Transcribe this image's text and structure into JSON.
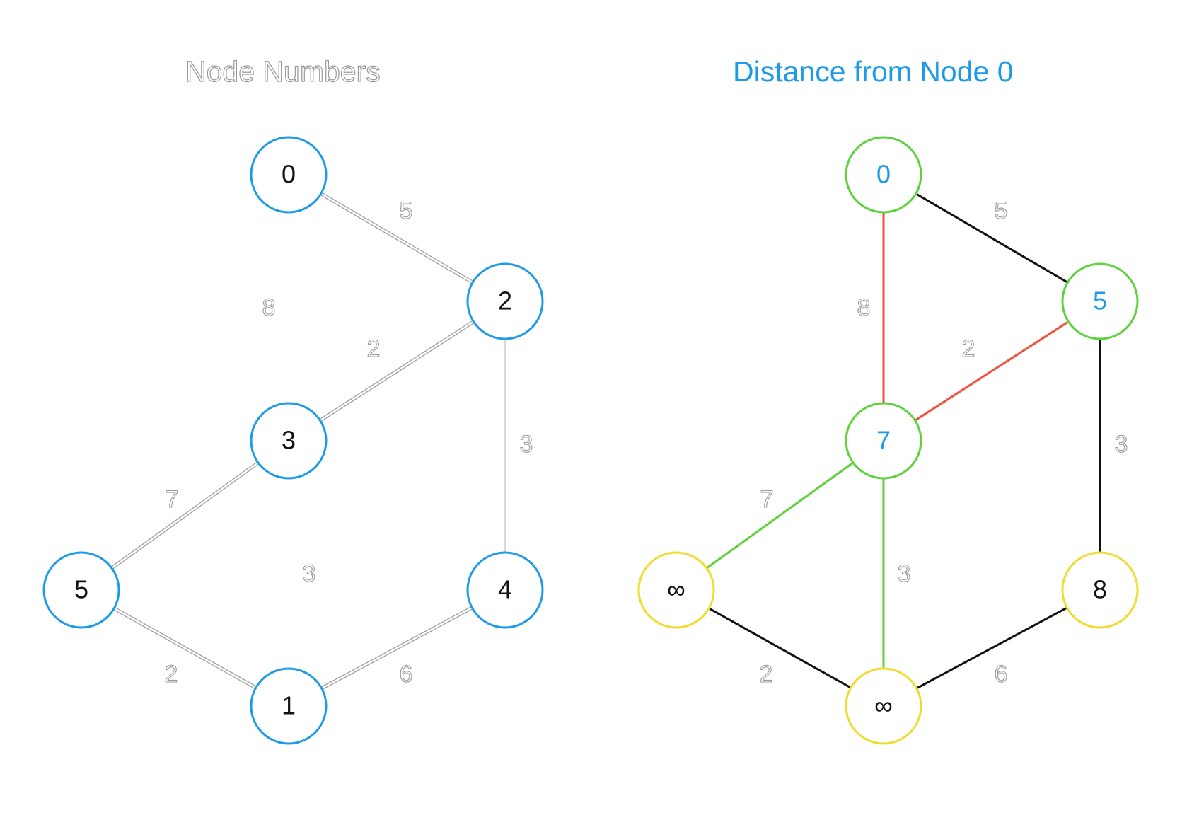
{
  "titles": {
    "left": "Node Numbers",
    "right": "Distance from Node 0"
  },
  "colors": {
    "blue": "#1e9be8",
    "green": "#5cd23b",
    "yellow": "#f0dc2e",
    "red": "#f0523e",
    "black": "#111111",
    "grey": "#9a9a9a",
    "light_grey": "#d8d8d8"
  },
  "left_graph": {
    "nodes": [
      {
        "id": "0",
        "label": "0"
      },
      {
        "id": "2",
        "label": "2"
      },
      {
        "id": "3",
        "label": "3"
      },
      {
        "id": "5",
        "label": "5"
      },
      {
        "id": "4",
        "label": "4"
      },
      {
        "id": "1",
        "label": "1"
      }
    ],
    "edges": [
      {
        "from": "0",
        "to": "2",
        "weight": "5"
      },
      {
        "from": "2",
        "to": "3",
        "weight": "2"
      },
      {
        "from": "2",
        "to": "4",
        "weight": "3",
        "style": "light"
      },
      {
        "from": "3",
        "to": "5",
        "weight": "7"
      },
      {
        "from": "5",
        "to": "1",
        "weight": "2"
      },
      {
        "from": "1",
        "to": "4",
        "weight": "6"
      }
    ],
    "free_weights": [
      "8",
      "3"
    ]
  },
  "right_graph": {
    "nodes": [
      {
        "id": "0",
        "label": "0",
        "state": "green"
      },
      {
        "id": "2",
        "label": "5",
        "state": "green"
      },
      {
        "id": "3",
        "label": "7",
        "state": "green"
      },
      {
        "id": "5",
        "label": "∞",
        "state": "yellow"
      },
      {
        "id": "4",
        "label": "8",
        "state": "yellow"
      },
      {
        "id": "1",
        "label": "∞",
        "state": "yellow"
      }
    ],
    "edges": [
      {
        "from": "0",
        "to": "2",
        "weight": "5",
        "color": "black"
      },
      {
        "from": "0",
        "to": "3",
        "weight": "8",
        "color": "red"
      },
      {
        "from": "2",
        "to": "3",
        "weight": "2",
        "color": "red"
      },
      {
        "from": "2",
        "to": "4",
        "weight": "3",
        "color": "black"
      },
      {
        "from": "3",
        "to": "5",
        "weight": "7",
        "color": "green"
      },
      {
        "from": "3",
        "to": "1",
        "weight": "3",
        "color": "green"
      },
      {
        "from": "5",
        "to": "1",
        "weight": "2",
        "color": "black"
      },
      {
        "from": "1",
        "to": "4",
        "weight": "6",
        "color": "black"
      }
    ]
  }
}
